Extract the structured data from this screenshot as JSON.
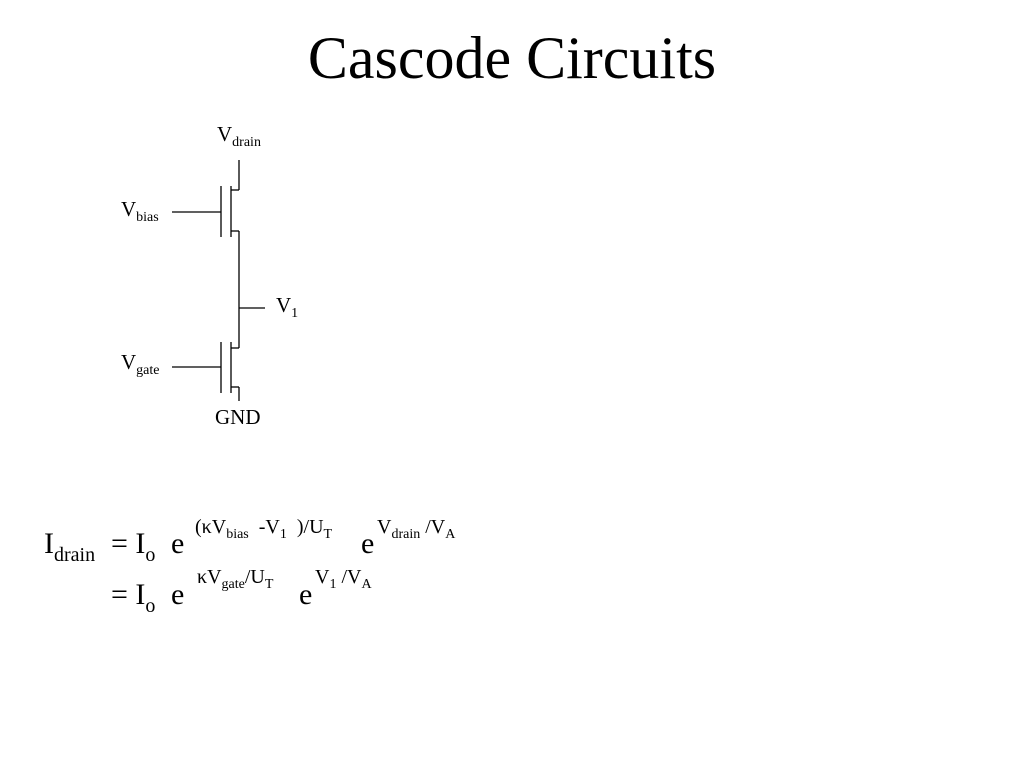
{
  "slide": {
    "title": "Cascode Circuits"
  },
  "circuit": {
    "v": "V",
    "drain_sub": "drain",
    "bias_sub": "bias",
    "node_sub": "1",
    "gate_sub": "gate",
    "ground": "GND"
  },
  "equation": {
    "line1": {
      "i": "I",
      "i_sub": "drain",
      "equals": "= I",
      "io_sub": "o",
      "e1": "e",
      "exp1_open": "(κV",
      "exp1_bias_sub": "bias",
      "exp1_minus": "-V",
      "exp1_one_sub": "1",
      "exp1_close": ")/U",
      "exp1_t_sub": "T",
      "e2": "e",
      "exp2_v": "V",
      "exp2_drain_sub": "drain",
      "exp2_rest": "/V",
      "exp2_a_sub": "A"
    },
    "line2": {
      "equals": "= I",
      "io_sub": "o",
      "e1": "e",
      "exp1_kv": "κV",
      "exp1_gate_sub": "gate",
      "exp1_rest": "/U",
      "exp1_t_sub": "T",
      "e2": "e",
      "exp2_v": "V",
      "exp2_one_sub": "1",
      "exp2_rest": "/V",
      "exp2_a_sub": "A"
    }
  }
}
